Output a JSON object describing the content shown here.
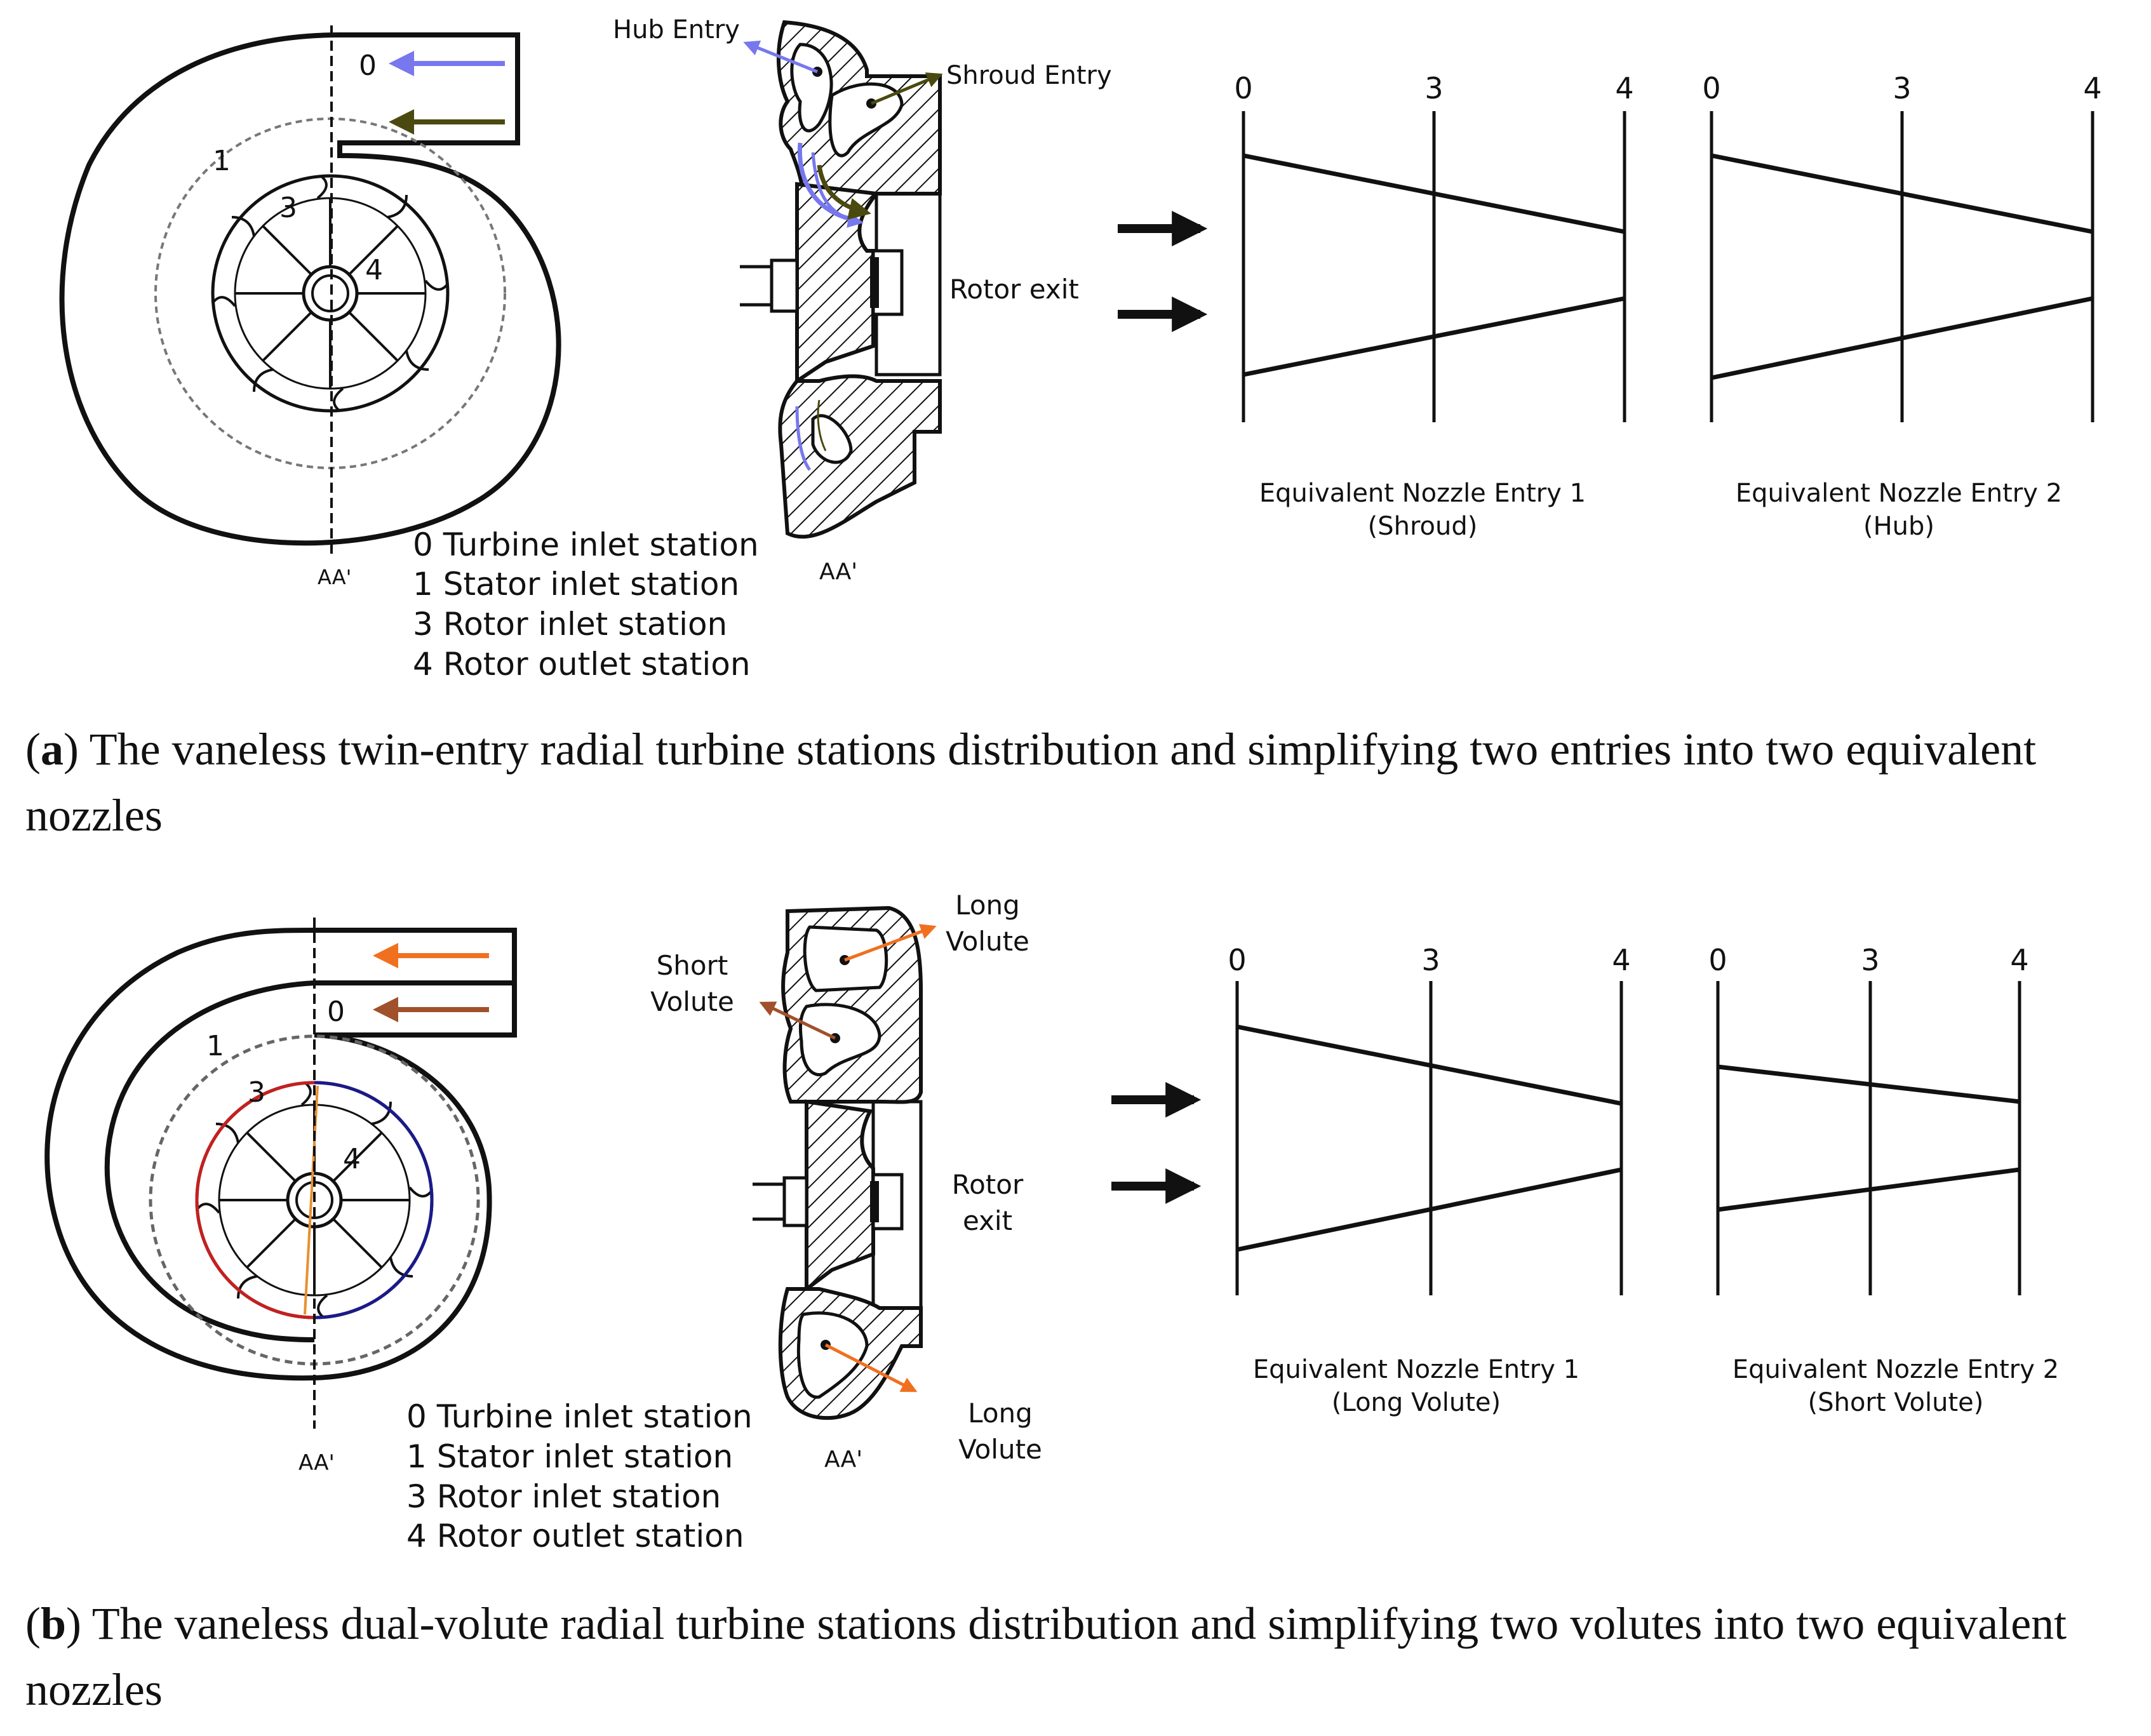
{
  "panel_a": {
    "station_0": "0",
    "station_1": "1",
    "station_3": "3",
    "station_4": "4",
    "section_label": "AA'",
    "section_label_2": "AA'",
    "legend": [
      "0 Turbine inlet station",
      "1 Stator inlet station",
      "3 Rotor inlet station",
      "4 Rotor outlet station"
    ],
    "hub_entry": "Hub Entry",
    "shroud_entry": "Shroud Entry",
    "rotor_exit": "Rotor exit",
    "nozzle_1": {
      "ticks": [
        "0",
        "3",
        "4"
      ],
      "title": "Equivalent Nozzle Entry 1",
      "subtitle": "(Shroud)"
    },
    "nozzle_2": {
      "ticks": [
        "0",
        "3",
        "4"
      ],
      "title": "Equivalent Nozzle Entry 2",
      "subtitle": "(Hub)"
    },
    "caption_letter": "a",
    "caption_text": "The vaneless twin-entry radial turbine stations distribution and simplifying two entries into two equivalent nozzles"
  },
  "panel_b": {
    "station_0": "0",
    "station_1": "1",
    "station_3": "3",
    "station_4": "4",
    "section_label": "AA'",
    "section_label_2": "AA'",
    "legend": [
      "0 Turbine inlet station",
      "1 Stator inlet station",
      "3 Rotor inlet station",
      "4 Rotor outlet station"
    ],
    "short_volute": [
      "Short",
      "Volute"
    ],
    "long_volute_top": [
      "Long",
      "Volute"
    ],
    "long_volute_bottom": [
      "Long",
      "Volute"
    ],
    "rotor_exit": [
      "Rotor",
      "exit"
    ],
    "nozzle_1": {
      "ticks": [
        "0",
        "3",
        "4"
      ],
      "title": "Equivalent Nozzle Entry 1",
      "subtitle": "(Long Volute)"
    },
    "nozzle_2": {
      "ticks": [
        "0",
        "3",
        "4"
      ],
      "title": "Equivalent Nozzle Entry 2",
      "subtitle": "(Short Volute)"
    },
    "caption_letter": "b",
    "caption_text": "The vaneless dual-volute radial turbine stations distribution and simplifying two volutes into two equivalent nozzles"
  },
  "colors": {
    "blue_arrow": "#7777ee",
    "olive_arrow": "#4a4a10",
    "orange_arrow": "#f07020",
    "brown_arrow": "#a0502a",
    "red_ring": "#c42020",
    "navy_ring": "#1a1a8a"
  }
}
